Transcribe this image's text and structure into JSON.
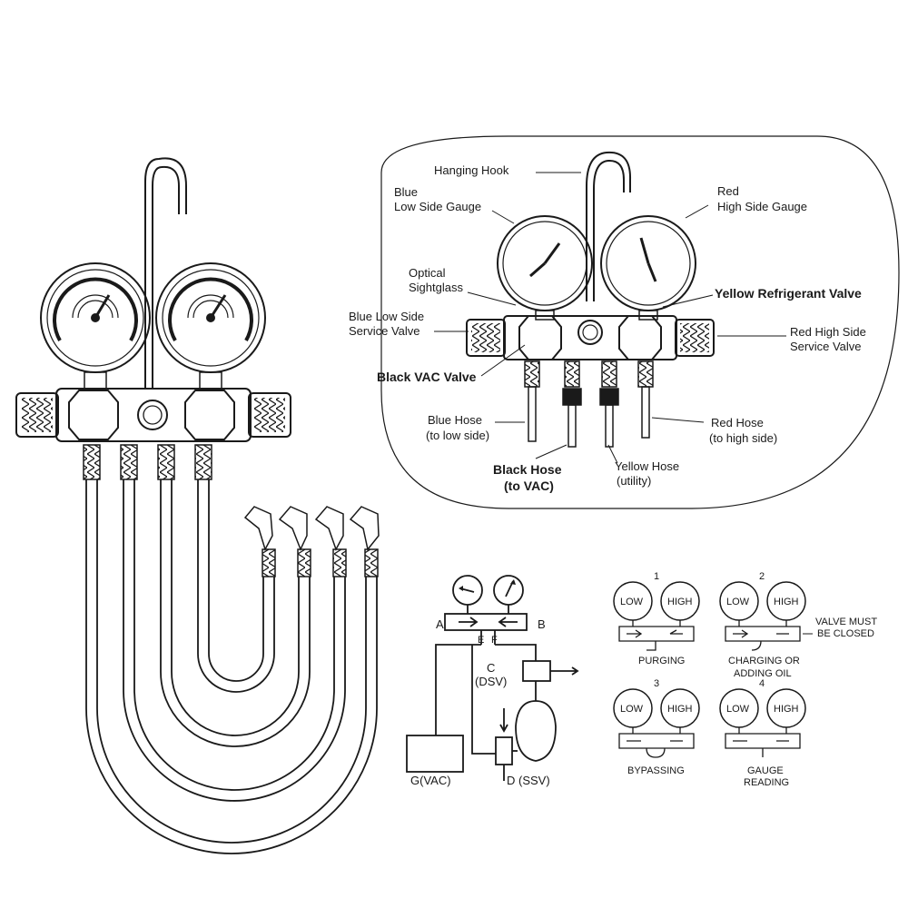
{
  "colors": {
    "line": "#1a1a1a",
    "background": "#ffffff"
  },
  "callouts": {
    "hanging_hook": "Hanging Hook",
    "blue_gauge_1": "Blue",
    "blue_gauge_2": "Low Side Gauge",
    "red_gauge_1": "Red",
    "red_gauge_2": "High Side Gauge",
    "sightglass_1": "Optical",
    "sightglass_2": "Sightglass",
    "yellow_valve": "Yellow Refrigerant Valve",
    "blue_service_1": "Blue Low Side",
    "blue_service_2": "Service Valve",
    "red_service_1": "Red High Side",
    "red_service_2": "Service Valve",
    "black_vac": "Black VAC Valve",
    "blue_hose_1": "Blue Hose",
    "blue_hose_2": "(to low side)",
    "red_hose_1": "Red Hose",
    "red_hose_2": "(to high side)",
    "black_hose_1": "Black Hose",
    "black_hose_2": "(to VAC)",
    "yellow_hose_1": "Yellow Hose",
    "yellow_hose_2": "(utility)"
  },
  "schematic": {
    "a": "A",
    "b": "B",
    "c": "C",
    "dsv": "(DSV)",
    "e": "E",
    "f": "F",
    "g": "G(VAC)",
    "d": "D (SSV)"
  },
  "modes": {
    "low": "LOW",
    "high": "HIGH",
    "valve_note_1": "VALVE MUST",
    "valve_note_2": "BE CLOSED",
    "items": [
      {
        "number": "1",
        "label_1": "PURGING",
        "label_2": ""
      },
      {
        "number": "2",
        "label_1": "CHARGING OR",
        "label_2": "ADDING OIL"
      },
      {
        "number": "3",
        "label_1": "BYPASSING",
        "label_2": ""
      },
      {
        "number": "4",
        "label_1": "GAUGE",
        "label_2": "READING"
      }
    ]
  }
}
